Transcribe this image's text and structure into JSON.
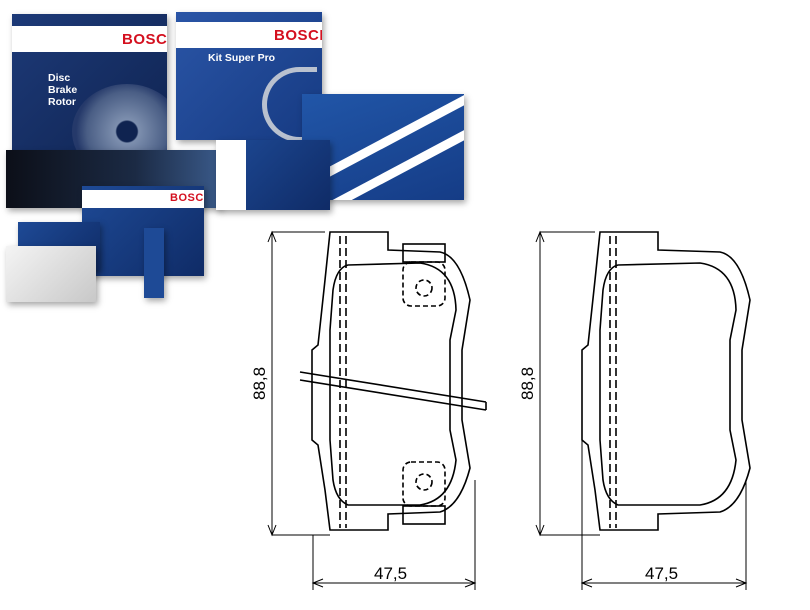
{
  "products": {
    "brand": "BOSCH",
    "rotor_box": {
      "title": "Disc Brake Rotor"
    },
    "shoe_box": {
      "title": "Kit Super Pro"
    }
  },
  "drawing": {
    "left_pad": {
      "height_label": "88,8",
      "width_label": "47,5"
    },
    "right_pad": {
      "height_label": "88,8",
      "width_label": "47,5"
    }
  },
  "colors": {
    "bosch_red": "#d4101f",
    "box_blue": "#1d3a78"
  }
}
